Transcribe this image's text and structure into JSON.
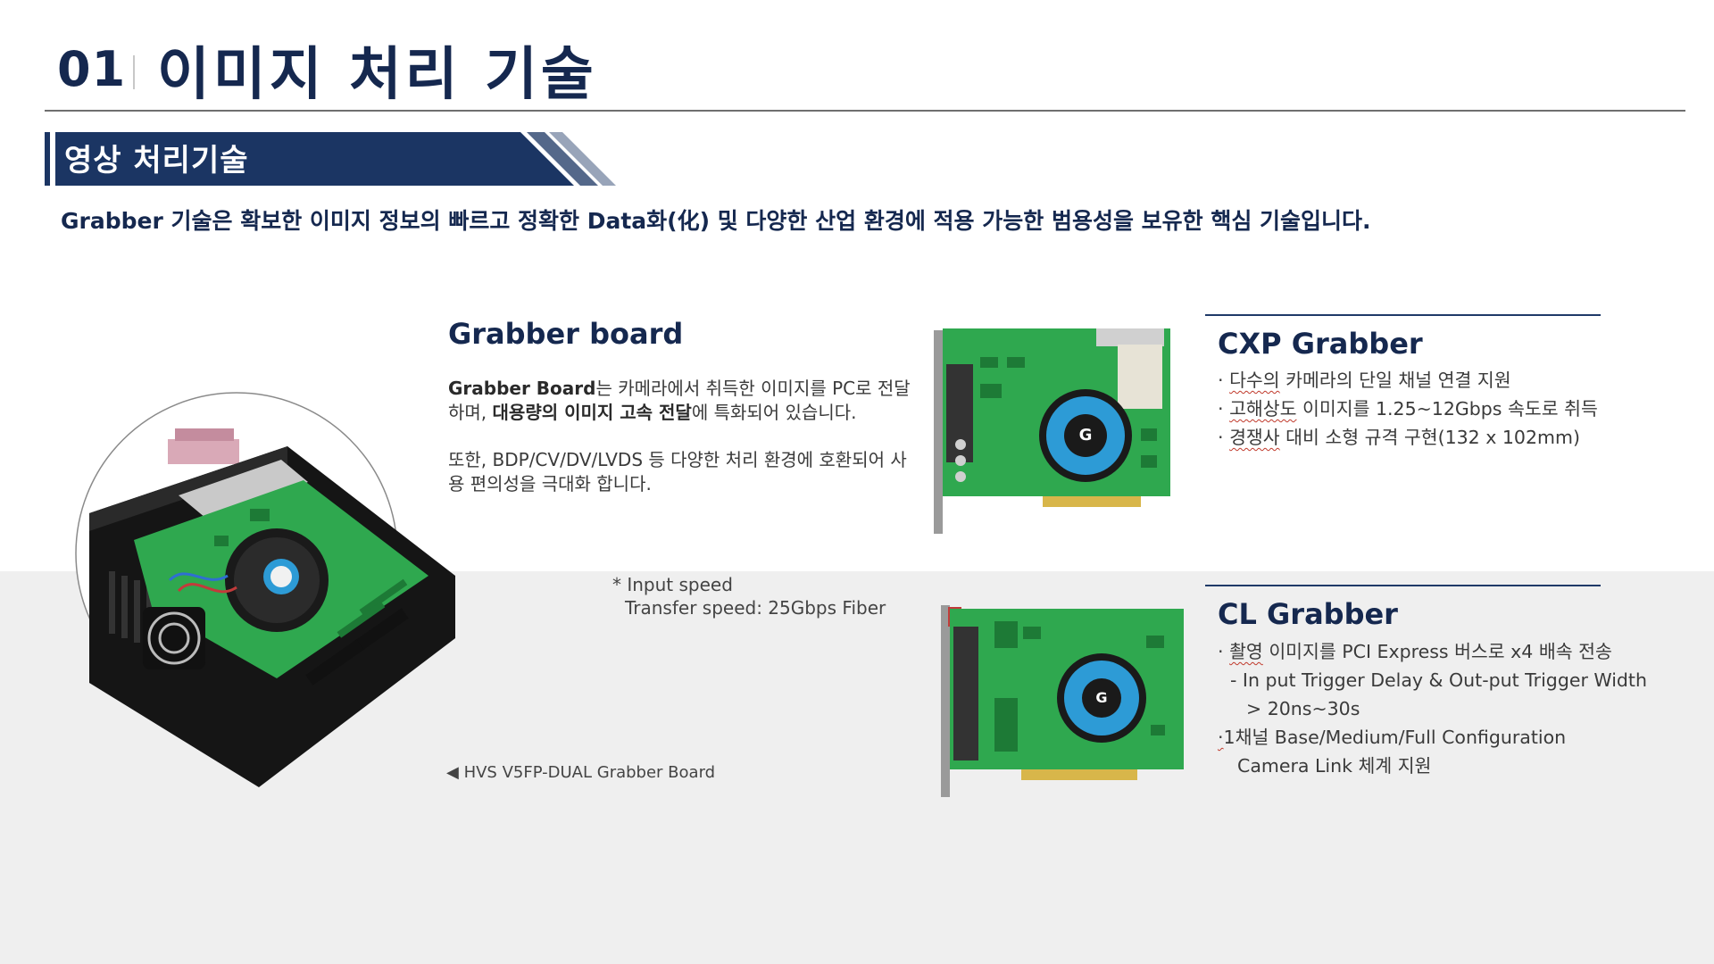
{
  "header": {
    "section_number": "01",
    "section_title": "이미지 처리 기술"
  },
  "banner": {
    "label": "영상 처리기술"
  },
  "intro": {
    "text": "Grabber 기술은 확보한 이미지 정보의 빠르고 정확한 Data화(化) 및 다양한 산업 환경에 적용 가능한 범용성을 보유한 핵심 기술입니다."
  },
  "grabber_board": {
    "title": "Grabber board",
    "p1": {
      "bold_lead": "Grabber Board",
      "text_a": "는 카메라에서 취득한 이미지를 PC로 전달하며, ",
      "bold_mid": "대용량의 이미지 고속 전달",
      "text_b": "에 특화되어 있습니다."
    },
    "p2": "또한, BDP/CV/DV/LVDS 등 다양한 처리 환경에 호환되어 사용 편의성을 극대화 합니다.",
    "spec_line1": "* Input speed",
    "spec_line2": "Transfer speed: 25Gbps Fiber",
    "caption_marker": "◀",
    "caption": "HVS V5FP-DUAL Grabber Board"
  },
  "cxp": {
    "title": "CXP Grabber",
    "bullet": "·",
    "items": [
      {
        "underlined": "다수의",
        "rest": " 카메라의 단일 채널 연결 지원"
      },
      {
        "underlined": "고해상도",
        "rest": " 이미지를 1.25~12Gbps 속도로 취득"
      },
      {
        "underlined": "경쟁사",
        "rest": " 대비 소형 규격 구현(132 x 102mm)"
      }
    ]
  },
  "cl": {
    "title": "CL Grabber",
    "bullet": "·",
    "item1_underlined": "촬영",
    "item1_rest": " 이미지를 PCI Express 버스로 x4 배속 전송",
    "item1_sub": "- In put Trigger Delay & Out-put Trigger Width",
    "item1_sub2": "> 20ns~30s",
    "item2_line1": "1채널 Base/Medium/Full Configuration",
    "item2_line2": "Camera Link 체계 지원"
  },
  "colors": {
    "navy": "#15284f",
    "banner": "#1b3563",
    "pcb_green": "#2fa84f",
    "fan_blue": "#2d9bd6"
  },
  "icons": [
    "fan-icon",
    "triangle-left-icon"
  ]
}
